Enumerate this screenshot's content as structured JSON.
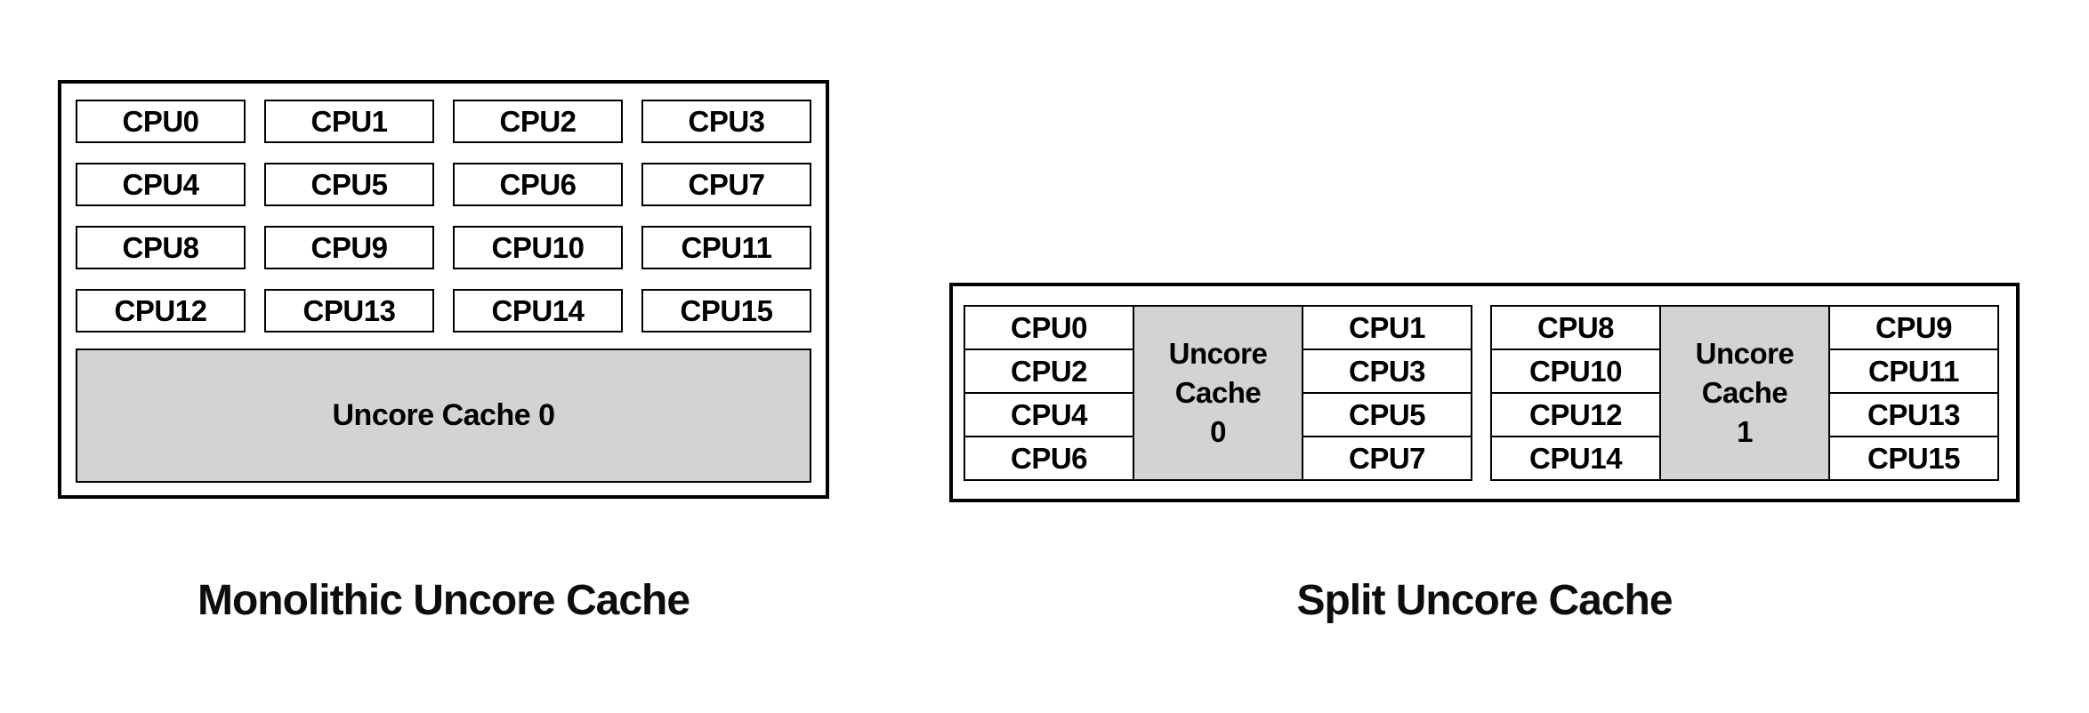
{
  "left_diagram": {
    "caption": "Monolithic Uncore Cache",
    "cpus": [
      "CPU0",
      "CPU1",
      "CPU2",
      "CPU3",
      "CPU4",
      "CPU5",
      "CPU6",
      "CPU7",
      "CPU8",
      "CPU9",
      "CPU10",
      "CPU11",
      "CPU12",
      "CPU13",
      "CPU14",
      "CPU15"
    ],
    "cache_label": "Uncore Cache 0"
  },
  "right_diagram": {
    "caption": "Split Uncore Cache",
    "clusters": [
      {
        "left_cpus": [
          "CPU0",
          "CPU2",
          "CPU4",
          "CPU6"
        ],
        "cache_lines": [
          "Uncore",
          "Cache",
          "0"
        ],
        "right_cpus": [
          "CPU1",
          "CPU3",
          "CPU5",
          "CPU7"
        ]
      },
      {
        "left_cpus": [
          "CPU8",
          "CPU10",
          "CPU12",
          "CPU14"
        ],
        "cache_lines": [
          "Uncore",
          "Cache",
          "1"
        ],
        "right_cpus": [
          "CPU9",
          "CPU11",
          "CPU13",
          "CPU15"
        ]
      }
    ]
  },
  "colors": {
    "border": "#000000",
    "cache_fill": "#d3d3d3",
    "background": "#ffffff",
    "text": "#000000"
  }
}
